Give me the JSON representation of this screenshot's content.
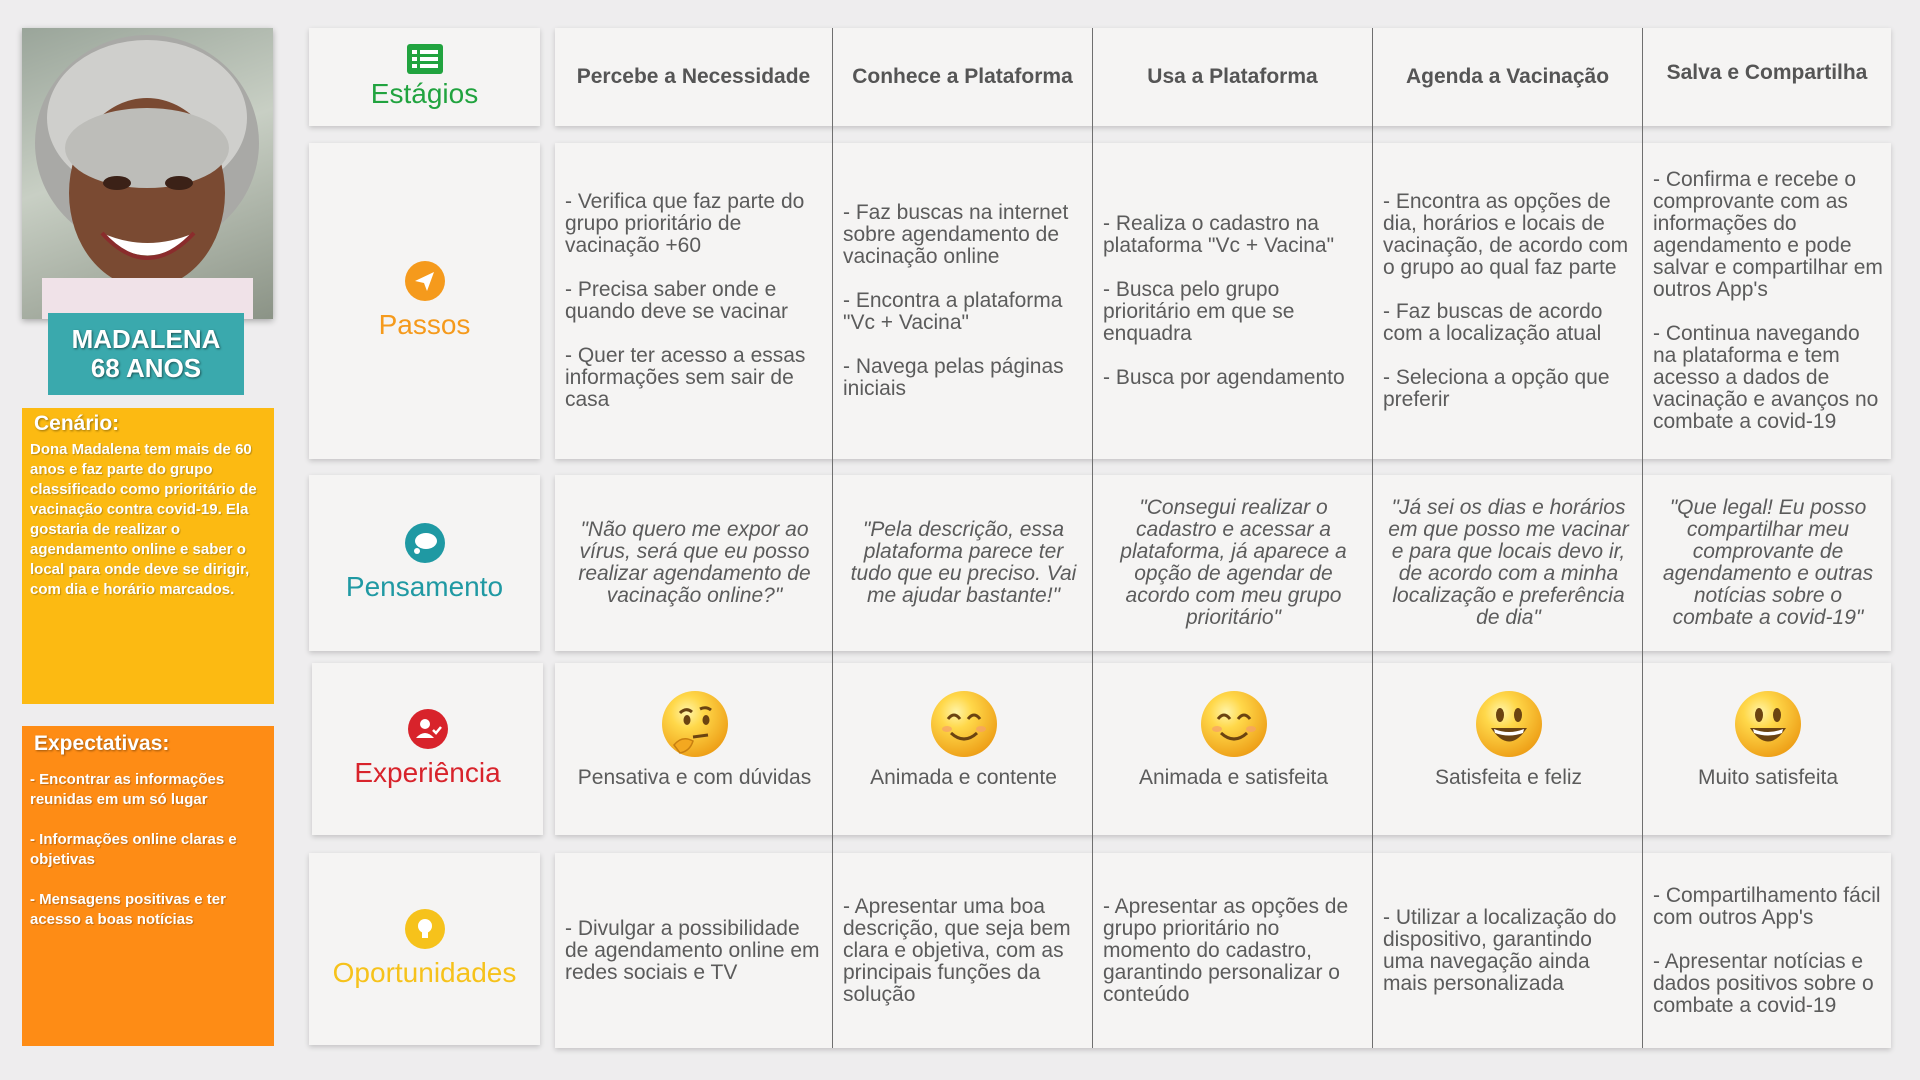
{
  "persona": {
    "name": "MADALENA",
    "age": "68 ANOS",
    "cenario_title": "Cenário:",
    "cenario_text": "Dona Madalena tem mais de 60 anos e faz parte do grupo classificado como prioritário de vacinação contra covid-19. Ela gostaria de realizar o agendamento online e saber o local para onde deve se dirigir, com dia e horário marcados.",
    "expectativas_title": "Expectativas:",
    "expectativas": [
      "- Encontrar  as informações reunidas em um só lugar",
      "-  Informações online claras e objetivas",
      "- Mensagens positivas e ter acesso a boas notícias"
    ]
  },
  "rows": {
    "estagios": {
      "label": "Estágios",
      "icon": "list-icon",
      "color": "#21a33f"
    },
    "passos": {
      "label": "Passos",
      "icon": "send-icon",
      "color": "#f59a1c"
    },
    "pensamento": {
      "label": "Pensamento",
      "icon": "thought-bubble-icon",
      "color": "#1f99a3"
    },
    "experiencia": {
      "label": "Experiência",
      "icon": "user-check-icon",
      "color": "#d8232b"
    },
    "oportunidades": {
      "label": "Oportunidades",
      "icon": "lightbulb-icon",
      "color": "#f6c21b"
    }
  },
  "stages": [
    "Percebe a Necessidade",
    "Conhece a Plataforma",
    "Usa a Plataforma",
    "Agenda a Vacinação",
    "Salva e Compartilha"
  ],
  "passos": [
    [
      "- Verifica que faz parte do grupo prioritário de vacinação +60",
      "- Precisa saber onde e quando deve se vacinar",
      "- Quer ter acesso a essas informações sem sair de casa"
    ],
    [
      "- Faz buscas na internet sobre agendamento de vacinação online",
      "- Encontra a plataforma \"Vc + Vacina\"",
      "- Navega pelas páginas iniciais"
    ],
    [
      "- Realiza o cadastro na plataforma \"Vc + Vacina\"",
      "- Busca pelo grupo prioritário em que se enquadra",
      "- Busca por agendamento"
    ],
    [
      "- Encontra as opções de dia, horários e locais de vacinação, de acordo com o grupo ao qual faz parte",
      "- Faz buscas de acordo com a localização atual",
      "- Seleciona a opção que preferir"
    ],
    [
      "- Confirma e recebe o comprovante com as informações do agendamento e pode salvar e compartilhar em outros App's",
      "- Continua navegando na plataforma e tem acesso a dados de vacinação e avanços no combate a covid-19"
    ]
  ],
  "pensamentos": [
    "\"Não quero me expor ao vírus, será que eu posso realizar agendamento de vacinação online?\"",
    "\"Pela descrição, essa plataforma parece ter tudo que eu preciso. Vai me ajudar bastante!\"",
    "\"Consegui realizar o cadastro e acessar a plataforma, já aparece a opção de agendar de acordo com meu grupo prioritário\"",
    "\"Já sei os dias e horários em que posso me vacinar e para que locais devo ir, de acordo com a minha localização e preferência de dia\"",
    "\"Que legal! Eu posso compartilhar meu comprovante de agendamento e outras notícias sobre o combate a covid-19\""
  ],
  "experiencias": [
    {
      "label": "Pensativa e com dúvidas",
      "emoji": "thinking-face-icon"
    },
    {
      "label": "Animada e contente",
      "emoji": "smiling-face-icon"
    },
    {
      "label": "Animada e satisfeita",
      "emoji": "smiling-face-icon"
    },
    {
      "label": "Satisfeita e feliz",
      "emoji": "grinning-face-icon"
    },
    {
      "label": "Muito satisfeita",
      "emoji": "grinning-face-icon"
    }
  ],
  "oportunidades": [
    [
      "- Divulgar a possibilidade de agendamento online em redes sociais e TV"
    ],
    [
      "- Apresentar uma boa descrição, que seja bem clara e objetiva, com as principais funções da solução"
    ],
    [
      "- Apresentar as opções de grupo prioritário no momento do cadastro, garantindo personalizar o conteúdo"
    ],
    [
      "- Utilizar a localização do dispositivo, garantindo uma navegação ainda mais personalizada"
    ],
    [
      "- Compartilhamento fácil com outros App's",
      "- Apresentar notícias e dados positivos sobre o combate a covid-19"
    ]
  ]
}
